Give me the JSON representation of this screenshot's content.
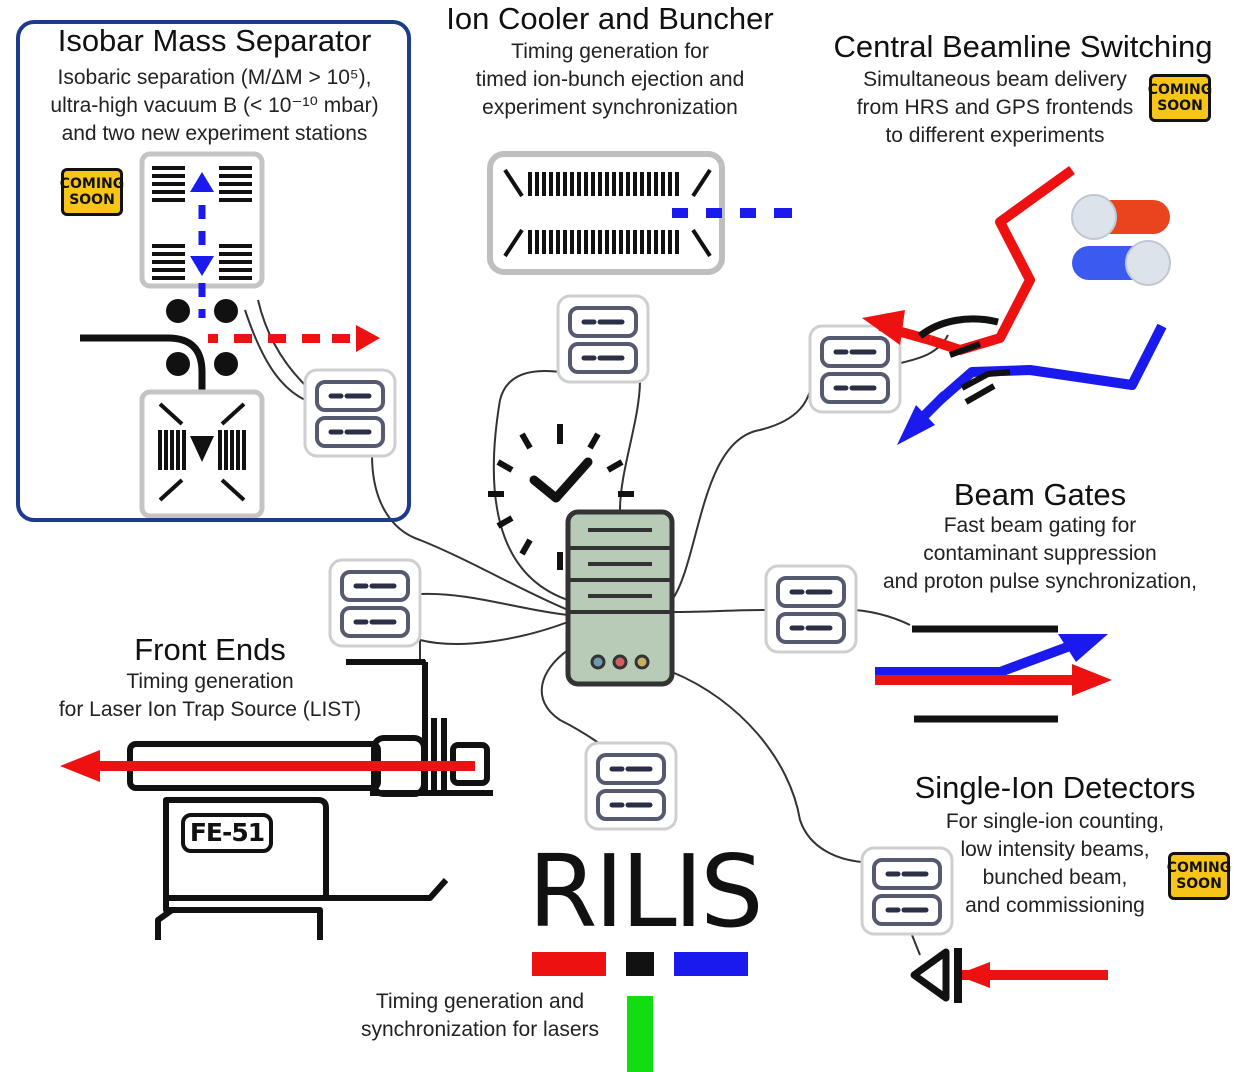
{
  "isobar": {
    "title": "Isobar Mass Separator",
    "lines": [
      "Isobaric separation (M/ΔM > 10⁵),",
      "ultra-high vacuum B (< 10⁻¹⁰ mbar)",
      "and two new experiment stations"
    ]
  },
  "cooler": {
    "title": "Ion Cooler and Buncher",
    "lines": [
      "Timing generation for",
      "timed ion-bunch ejection and",
      "experiment synchronization"
    ]
  },
  "switching": {
    "title": "Central Beamline Switching",
    "lines": [
      "Simultaneous beam delivery",
      "from HRS and GPS frontends",
      "to different experiments"
    ]
  },
  "gates": {
    "title": "Beam Gates",
    "lines": [
      "Fast beam gating for",
      "contaminant suppression",
      "and proton pulse synchronization,"
    ]
  },
  "frontends": {
    "title": "Front Ends",
    "lines": [
      "Timing generation",
      "for Laser Ion Trap Source (LIST)"
    ],
    "device_label": "FE-51"
  },
  "detectors": {
    "title": "Single-Ion Detectors",
    "lines": [
      "For single-ion counting,",
      "low intensity beams,",
      "bunched beam,",
      "and commissioning"
    ]
  },
  "lasers": {
    "logo": "RILIS",
    "lines": [
      "Timing generation and",
      "synchronization for lasers"
    ]
  },
  "badge": {
    "line1": "COMING",
    "line2": "SOON"
  },
  "colors": {
    "red": "#ee1111",
    "blue": "#1a1aee",
    "green": "#11dd11",
    "panel_border": "#1b3b8c",
    "badge": "#f7c51a",
    "server": "#b7cbb7"
  }
}
